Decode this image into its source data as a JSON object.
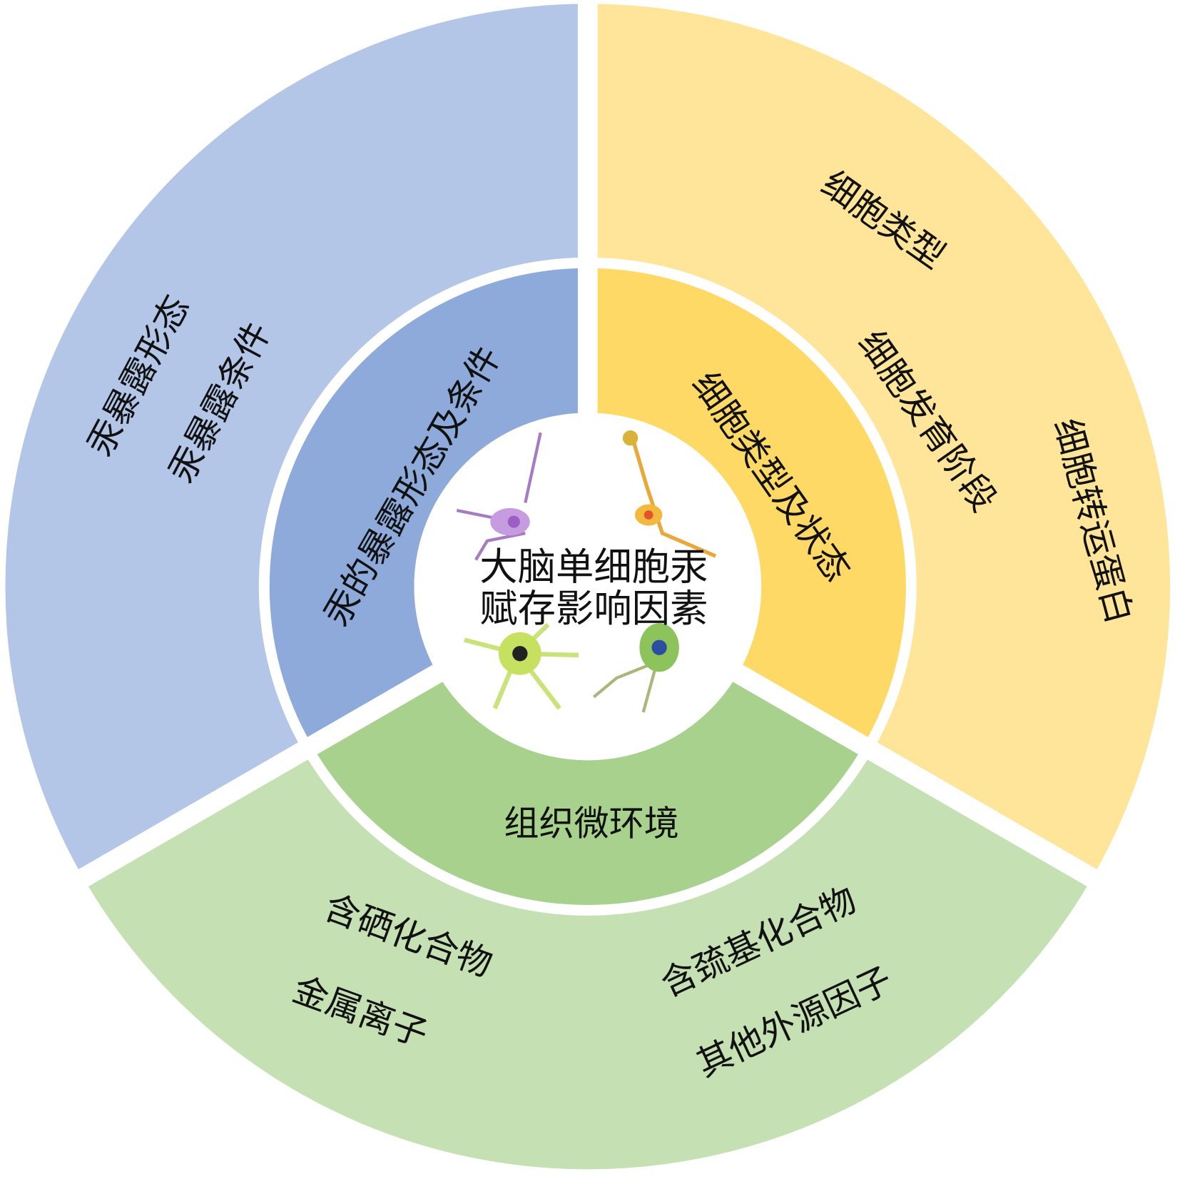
{
  "center": {
    "line1": "大脑单细胞汞",
    "line2": "赋存影响因素"
  },
  "sectors": {
    "blue": {
      "inner": "汞的暴露形态及条件",
      "outer": [
        "汞暴露形态",
        "汞暴露条件"
      ],
      "inner_color": "#8eaadb",
      "outer_color": "#b4c6e7"
    },
    "yellow": {
      "inner": "细胞类型及状态",
      "outer": [
        "细胞类型",
        "细胞发育阶段",
        "细胞转运蛋白"
      ],
      "inner_color": "#ffd966",
      "outer_color": "#fee599"
    },
    "green": {
      "inner": "组织微环境",
      "outer": [
        "含硒化合物",
        "金属离子",
        "含巯基化合物",
        "其他外源因子"
      ],
      "inner_color": "#a9d18e",
      "outer_color": "#c5e0b3"
    }
  }
}
